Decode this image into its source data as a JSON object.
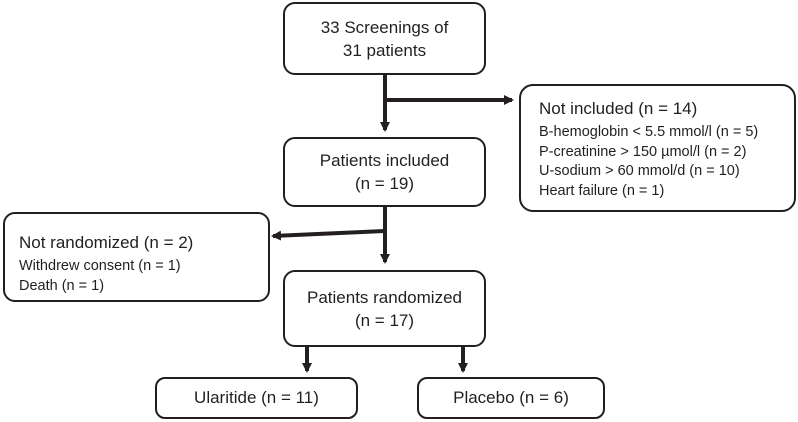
{
  "screening": {
    "line1": "33 Screenings of",
    "line2": "31 patients"
  },
  "not_included": {
    "title": "Not included (n = 14)",
    "items": [
      "B-hemoglobin < 5.5 mmol/l (n = 5)",
      "P-creatinine > 150 µmol/l (n = 2)",
      "U-sodium > 60 mmol/d (n = 10)",
      "Heart failure (n = 1)"
    ]
  },
  "included": {
    "line1": "Patients included",
    "line2": "(n = 19)"
  },
  "not_randomized": {
    "title": "Not randomized (n = 2)",
    "items": [
      "Withdrew consent (n = 1)",
      "Death (n = 1)"
    ]
  },
  "randomized": {
    "line1": "Patients randomized",
    "line2": "(n = 17)"
  },
  "ularitide": {
    "label": "Ularitide (n = 11)"
  },
  "placebo": {
    "label": "Placebo (n = 6)"
  }
}
